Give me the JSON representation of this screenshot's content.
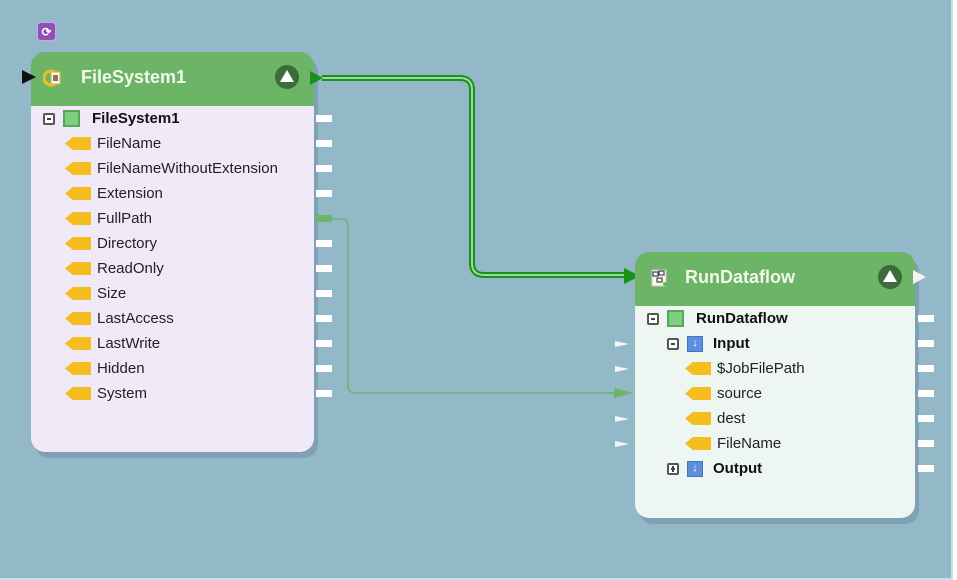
{
  "canvas": {
    "background": "#93b8c8"
  },
  "loop_icon": {
    "symbol": "⟳",
    "name": "loop-refresh-icon"
  },
  "nodes": {
    "filesystem": {
      "title": "FileSystem1",
      "icon": "filesystem-icon",
      "root": {
        "label": "FileSystem1",
        "expanded": true
      },
      "fields": [
        "FileName",
        "FileNameWithoutExtension",
        "Extension",
        "FullPath",
        "Directory",
        "ReadOnly",
        "Size",
        "LastAccess",
        "LastWrite",
        "Hidden",
        "System"
      ],
      "connected_output_field": "FullPath"
    },
    "rundataflow": {
      "title": "RunDataflow",
      "icon": "dataflow-icon",
      "root": {
        "label": "RunDataflow",
        "expanded": true
      },
      "input_group": {
        "label": "Input",
        "expanded": true,
        "symbol": "↓"
      },
      "input_fields": [
        "$JobFilePath",
        "source",
        "dest",
        "FileName"
      ],
      "output_group": {
        "label": "Output",
        "expanded": false,
        "symbol": "↓"
      },
      "connected_input_field": "source"
    }
  },
  "links": [
    {
      "from": "FileSystem1",
      "to": "RunDataflow",
      "type": "control-flow",
      "color": "#189218"
    },
    {
      "from": "FileSystem1.FullPath",
      "to": "RunDataflow.Input.source",
      "type": "data-mapping",
      "color": "#6cb466"
    }
  ],
  "colors": {
    "header_green": "#6cb466",
    "flow_green": "#189218",
    "field_yellow": "#f5bd1f",
    "fs_body": "#efe9f8",
    "rd_body": "#edf6f1"
  }
}
